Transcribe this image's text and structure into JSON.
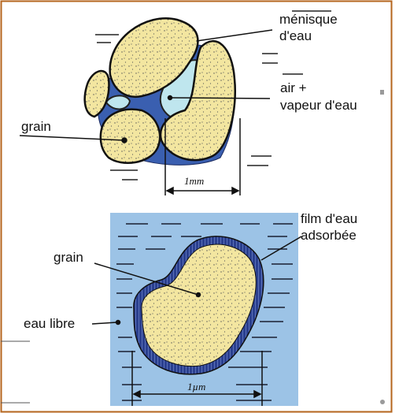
{
  "top_figure": {
    "label_menisque": [
      "ménisque",
      "d'eau"
    ],
    "label_air": [
      "air +",
      "vapeur d'eau"
    ],
    "label_grain": "grain",
    "scale": "1mm"
  },
  "bottom_figure": {
    "label_film": [
      "film d'eau",
      "adsorbée"
    ],
    "label_grain": "grain",
    "label_eau_libre": "eau libre",
    "scale": "1µm"
  },
  "colors": {
    "frame": "#b5651d",
    "grain_fill": "#f3e6a0",
    "meniscus": "#3a5fb0",
    "air": "#bfe6ee",
    "water": "#9cc3e6",
    "film": "#2a3f8f"
  }
}
